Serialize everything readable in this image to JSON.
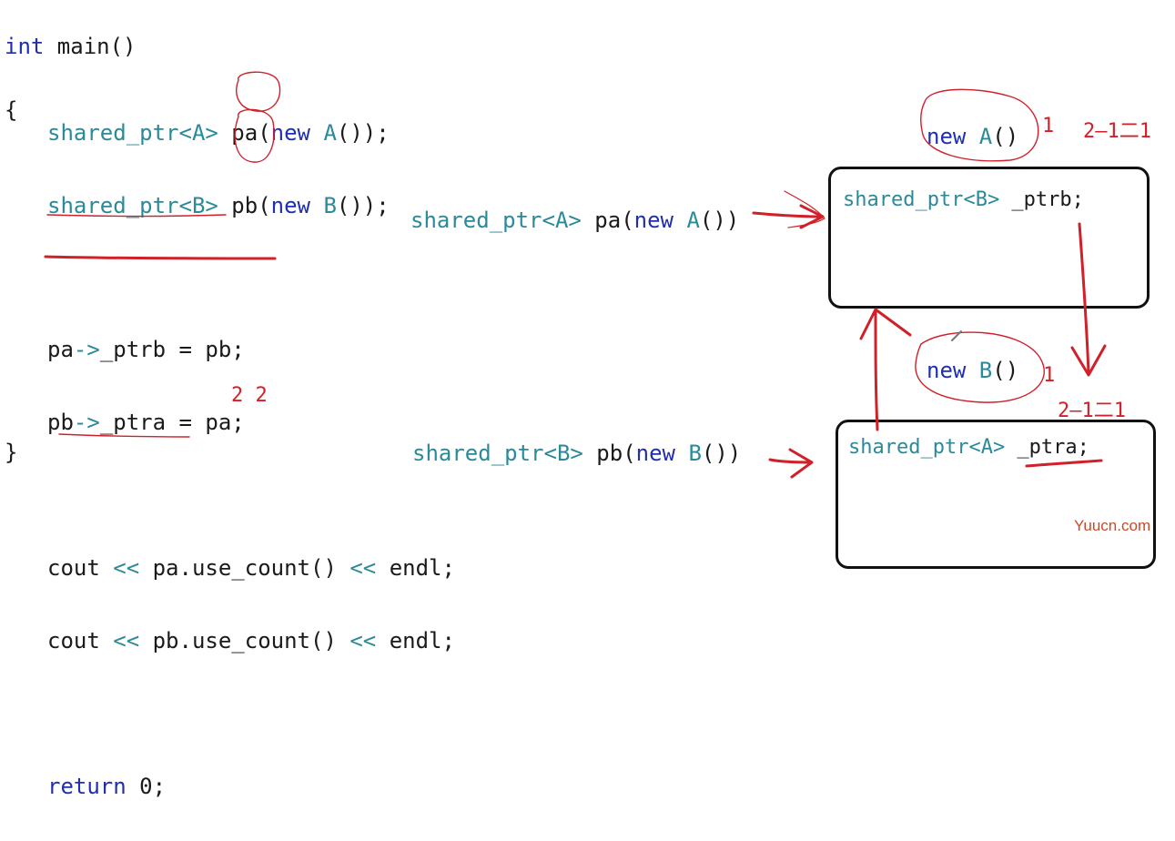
{
  "code": {
    "l1_kw": "int",
    "l1_rest": " main()",
    "l2": "{",
    "l3_type": "shared_ptr<A>",
    "l3_var": " pa(",
    "l3_new": "new",
    "l3_cls": " A",
    "l3_end": "());",
    "l4_type": "shared_ptr<B>",
    "l4_var": " pb(",
    "l4_new": "new",
    "l4_cls": " B",
    "l4_end": "());",
    "l5_a": "pa",
    "l5_op": "->",
    "l5_b": "_ptrb = pb;",
    "l6_a": "pb",
    "l6_op": "->",
    "l6_b": "_ptra = pa;",
    "l7_a": "cout ",
    "l7_op1": "<<",
    "l7_b": " pa.use_count() ",
    "l7_op2": "<<",
    "l7_c": " endl;",
    "l8_a": "cout ",
    "l8_op1": "<<",
    "l8_b": " pb.use_count() ",
    "l8_op2": "<<",
    "l8_c": " endl;",
    "l9_kw": "return",
    "l9_rest": " 0;",
    "l10": "}"
  },
  "annotations": {
    "output": "2 2",
    "countA": "1",
    "countA2": "2—1二1",
    "countB": "1",
    "countB2": "2—1二1"
  },
  "labels": {
    "pa_type": "shared_ptr<A>",
    "pa_var": " pa(",
    "pa_new": "new",
    "pa_cls": " A",
    "pa_end": "())",
    "pb_type": "shared_ptr<B>",
    "pb_var": " pb(",
    "pb_new": "new",
    "pb_cls": " B",
    "pb_end": "())",
    "newA_kw": "new",
    "newA_cls": " A",
    "newA_end": "()",
    "newB_kw": "new",
    "newB_cls": " B",
    "newB_end": "()"
  },
  "boxes": {
    "a_type": "shared_ptr<B>",
    "a_member": " _ptrb;",
    "b_type": "shared_ptr<A>",
    "b_member": " _ptra;"
  },
  "watermark": "Yuucn.com",
  "colors": {
    "keyword": "#1f2fb0",
    "type": "#2a8a9a",
    "ink": "#d0202a"
  }
}
